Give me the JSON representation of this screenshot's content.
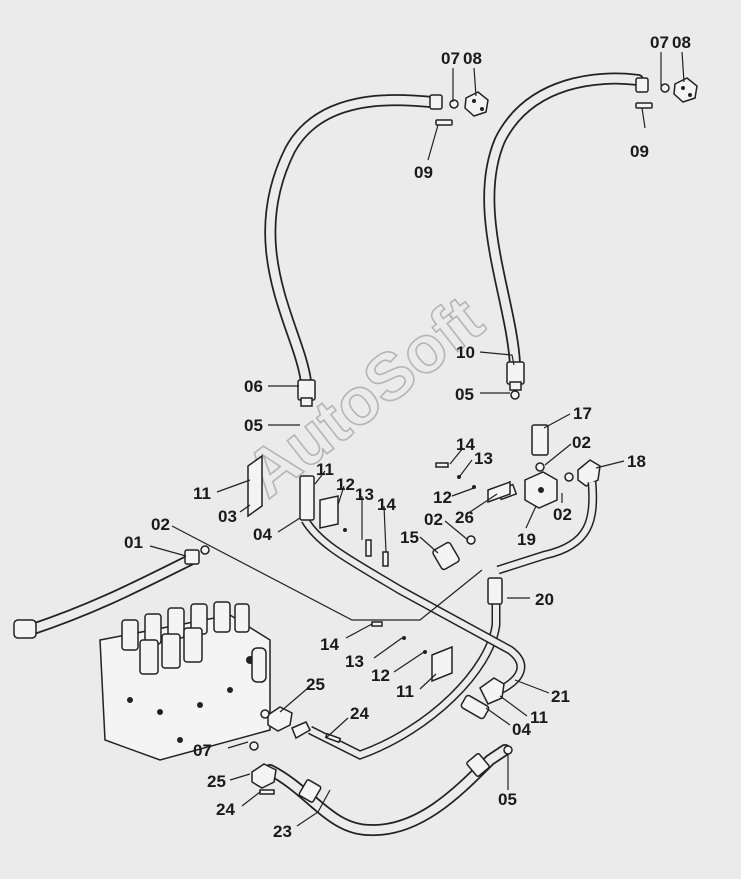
{
  "watermark": "AutoSoft",
  "labels": [
    {
      "id": "l1",
      "text": "07"
    },
    {
      "id": "l2",
      "text": "08"
    },
    {
      "id": "l3",
      "text": "09"
    },
    {
      "id": "l4",
      "text": "07"
    },
    {
      "id": "l5",
      "text": "08"
    },
    {
      "id": "l6",
      "text": "09"
    },
    {
      "id": "l7",
      "text": "10"
    },
    {
      "id": "l8",
      "text": "05"
    },
    {
      "id": "l9",
      "text": "06"
    },
    {
      "id": "l10",
      "text": "05"
    },
    {
      "id": "l11",
      "text": "17"
    },
    {
      "id": "l12",
      "text": "14"
    },
    {
      "id": "l13",
      "text": "13"
    },
    {
      "id": "l14",
      "text": "02"
    },
    {
      "id": "l15",
      "text": "18"
    },
    {
      "id": "l16",
      "text": "11"
    },
    {
      "id": "l17",
      "text": "11"
    },
    {
      "id": "l18",
      "text": "12"
    },
    {
      "id": "l19",
      "text": "13"
    },
    {
      "id": "l20",
      "text": "14"
    },
    {
      "id": "l21",
      "text": "12"
    },
    {
      "id": "l22",
      "text": "26"
    },
    {
      "id": "l23",
      "text": "03"
    },
    {
      "id": "l24",
      "text": "04"
    },
    {
      "id": "l25",
      "text": "15"
    },
    {
      "id": "l26",
      "text": "02"
    },
    {
      "id": "l27",
      "text": "02"
    },
    {
      "id": "l28",
      "text": "19"
    },
    {
      "id": "l29",
      "text": "01"
    },
    {
      "id": "l30",
      "text": "02"
    },
    {
      "id": "l31",
      "text": "20"
    },
    {
      "id": "l32",
      "text": "14"
    },
    {
      "id": "l33",
      "text": "13"
    },
    {
      "id": "l34",
      "text": "12"
    },
    {
      "id": "l35",
      "text": "11"
    },
    {
      "id": "l36",
      "text": "21"
    },
    {
      "id": "l37",
      "text": "25"
    },
    {
      "id": "l38",
      "text": "24"
    },
    {
      "id": "l39",
      "text": "04"
    },
    {
      "id": "l40",
      "text": "11"
    },
    {
      "id": "l41",
      "text": "07"
    },
    {
      "id": "l42",
      "text": "25"
    },
    {
      "id": "l43",
      "text": "05"
    },
    {
      "id": "l44",
      "text": "24"
    },
    {
      "id": "l45",
      "text": "23"
    }
  ]
}
